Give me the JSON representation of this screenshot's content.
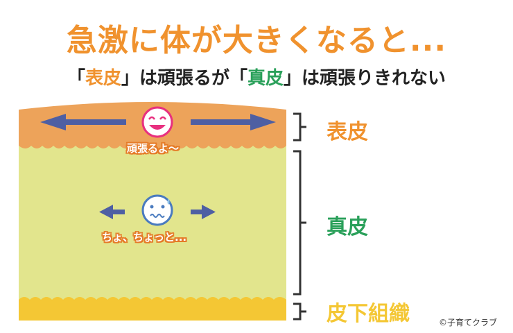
{
  "title": "急激に体が大きくなると...",
  "subtitle": {
    "open1": "「",
    "word1": "表皮",
    "mid1": "」は頑張るが「",
    "word2": "真皮",
    "tail": "」は頑張りきれない"
  },
  "layers": {
    "epidermis": {
      "label": "表皮",
      "caption": "頑張るよ〜",
      "face": "smile-face-icon"
    },
    "dermis": {
      "label": "真皮",
      "caption": "ちょ、ちょっと...",
      "face": "worried-face-icon"
    },
    "subcutis": {
      "label": "皮下組織"
    }
  },
  "credit": "©子育てクラブ",
  "colors": {
    "orange": "#f0922e",
    "green": "#2aa05a",
    "epidermis": "#eda35a",
    "dermis": "#e2e58d",
    "subcutis": "#f4c734",
    "arrow": "#4e5fa3",
    "face_pink": "#e8307f",
    "face_blue": "#4a7bbf"
  }
}
